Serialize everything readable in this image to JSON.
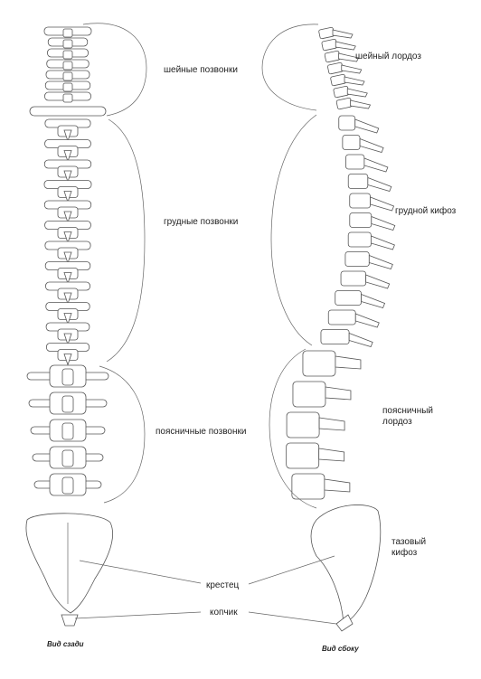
{
  "labels": {
    "cervical_vertebrae": "шейные позвонки",
    "thoracic_vertebrae": "грудные позвонки",
    "lumbar_vertebrae": "поясничные позвонки",
    "sacrum": "крестец",
    "coccyx": "копчик",
    "cervical_lordosis": "шейный лордоз",
    "thoracic_kyphosis": "грудной кифоз",
    "lumbar_lordosis_line1": "поясничный",
    "lumbar_lordosis_line2": "лордоз",
    "sacral_kyphosis_line1": "тазовый",
    "sacral_kyphosis_line2": "кифоз"
  },
  "captions": {
    "back_view": "Вид сзади",
    "side_view": "Вид сбоку"
  },
  "colors": {
    "outline": "#555555",
    "text": "#222222",
    "background": "#ffffff"
  }
}
